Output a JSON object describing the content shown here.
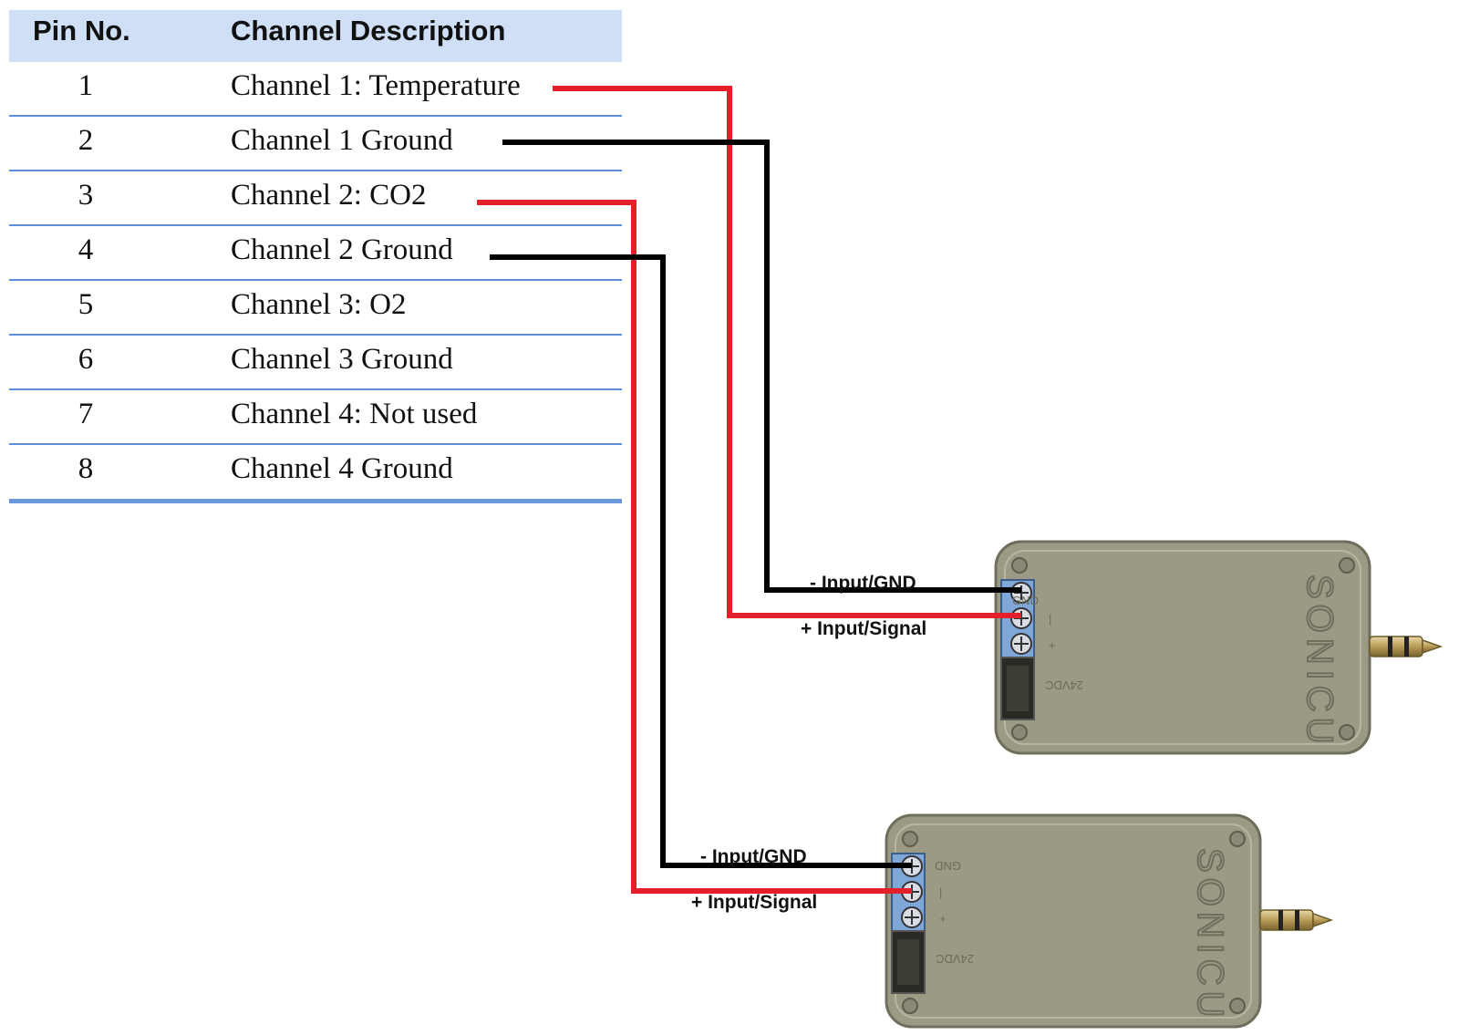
{
  "table": {
    "headers": {
      "pin": "Pin No.",
      "description": "Channel Description"
    },
    "rows": [
      {
        "pin": "1",
        "description": "Channel 1: Temperature"
      },
      {
        "pin": "2",
        "description": "Channel 1 Ground"
      },
      {
        "pin": "3",
        "description": "Channel 2: CO2"
      },
      {
        "pin": "4",
        "description": "Channel 2 Ground"
      },
      {
        "pin": "5",
        "description": "Channel 3: O2"
      },
      {
        "pin": "6",
        "description": "Channel 3 Ground"
      },
      {
        "pin": "7",
        "description": "Channel 4: Not used"
      },
      {
        "pin": "8",
        "description": "Channel 4 Ground"
      }
    ]
  },
  "devices": [
    {
      "gnd_wire_label": "- Input/GND",
      "signal_wire_label": "+ Input/Signal",
      "terminal_gnd": "GND",
      "terminal_minus": "|",
      "terminal_plus": "+",
      "power_label": "24VDC",
      "brand": "SONICU"
    },
    {
      "gnd_wire_label": "- Input/GND",
      "signal_wire_label": "+ Input/Signal",
      "terminal_gnd": "GND",
      "terminal_minus": "|",
      "terminal_plus": "+",
      "power_label": "24VDC",
      "brand": "SONICU"
    }
  ],
  "colors": {
    "signal_wire": "#e3202a",
    "ground_wire": "#000000",
    "header_bg": "#cfdff6",
    "row_line": "#5f8fdc",
    "device_body": "#9c9a85",
    "terminal_block": "#7fa7d8"
  }
}
